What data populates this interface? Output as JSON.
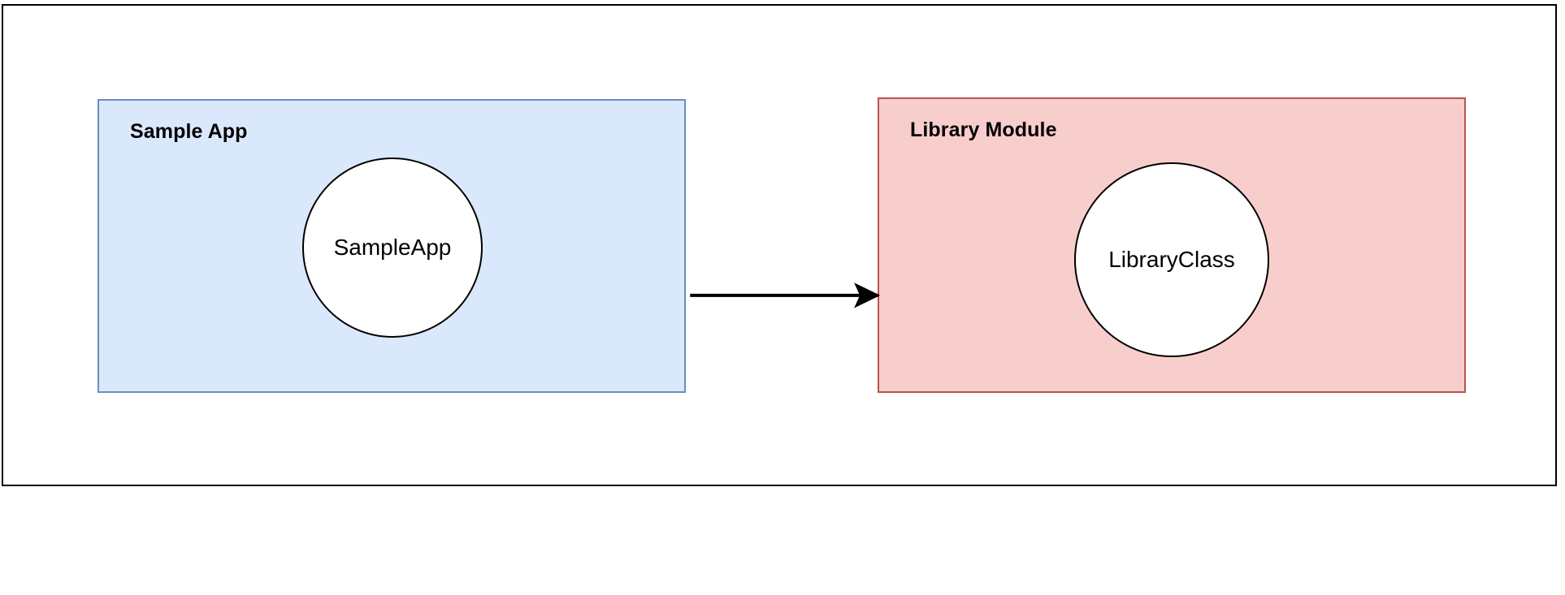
{
  "diagram": {
    "type": "module-dependency",
    "frame": {
      "border_color": "#000000",
      "background": "#ffffff"
    },
    "modules": [
      {
        "id": "sample-app",
        "title": "Sample App",
        "fill": "#DAE8FC",
        "stroke": "#6C8EBF",
        "node": {
          "id": "sample-app-class",
          "label": "SampleApp",
          "shape": "ellipse",
          "fill": "#FFFFFF",
          "stroke": "#000000"
        }
      },
      {
        "id": "library-module",
        "title": "Library Module",
        "fill": "#F8CECC",
        "stroke": "#B85450",
        "node": {
          "id": "library-class",
          "label": "LibraryClass",
          "shape": "ellipse",
          "fill": "#FFFFFF",
          "stroke": "#000000"
        }
      }
    ],
    "edges": [
      {
        "id": "app-to-library",
        "from": "sample-app",
        "to": "library-module",
        "label": "",
        "style": "solid",
        "arrowhead": "filled-triangle",
        "color": "#000000"
      }
    ]
  }
}
